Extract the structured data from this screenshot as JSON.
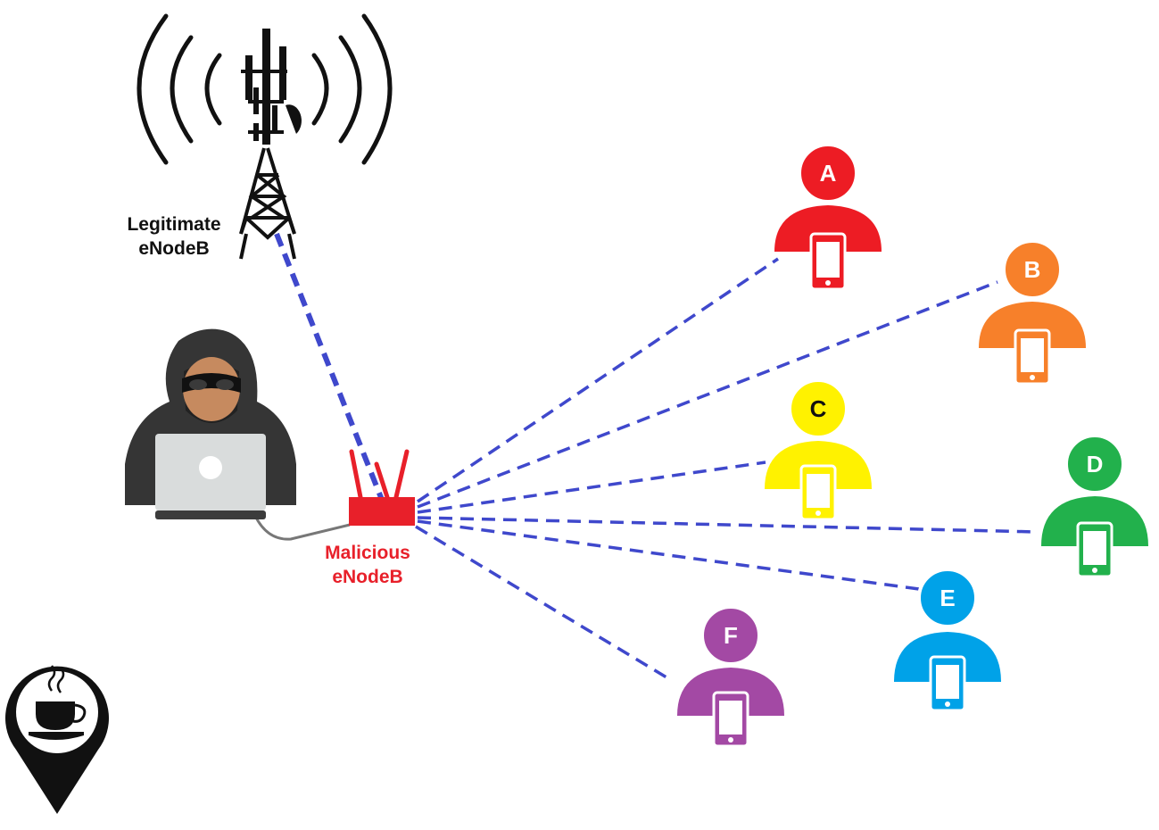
{
  "diagram": {
    "legitimate_label": "Legitimate\neNodeB",
    "malicious_label": "Malicious\neNodeB",
    "users": [
      {
        "letter": "A",
        "color": "#ed1c24",
        "letter_color": "#ffffff"
      },
      {
        "letter": "B",
        "color": "#f7802a",
        "letter_color": "#ffffff"
      },
      {
        "letter": "C",
        "color": "#fff200",
        "letter_color": "#111111"
      },
      {
        "letter": "D",
        "color": "#22b14c",
        "letter_color": "#ffffff"
      },
      {
        "letter": "E",
        "color": "#00a2e8",
        "letter_color": "#ffffff"
      },
      {
        "letter": "F",
        "color": "#a349a4",
        "letter_color": "#ffffff"
      }
    ],
    "link_color": "#3f48cc",
    "malicious_color": "#e8202a",
    "icons": [
      "cell-tower-icon",
      "hacker-icon",
      "laptop-icon",
      "router-icon",
      "coffee-shop-location-pin-icon",
      "user-icon",
      "smartphone-icon"
    ]
  }
}
